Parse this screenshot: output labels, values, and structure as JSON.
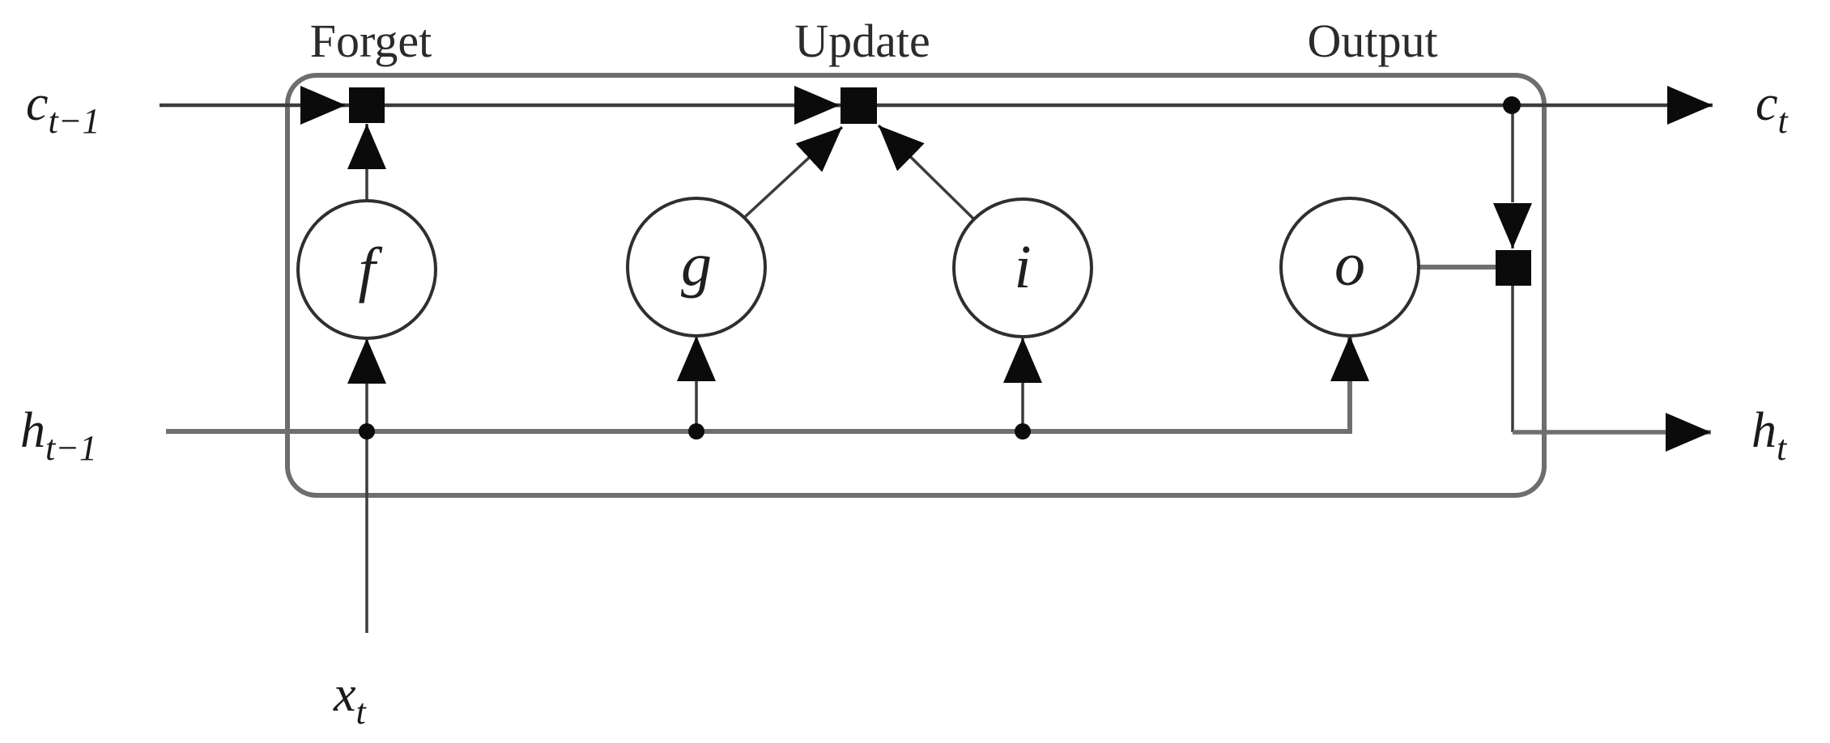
{
  "diagram": {
    "type": "lstm-cell",
    "stage_labels": {
      "forget": "Forget",
      "update": "Update",
      "output": "Output"
    },
    "ports": {
      "c_prev": {
        "base": "c",
        "sub": "t−1"
      },
      "c_next": {
        "base": "c",
        "sub": "t"
      },
      "h_prev": {
        "base": "h",
        "sub": "t−1"
      },
      "h_next": {
        "base": "h",
        "sub": "t"
      },
      "x_in": {
        "base": "x",
        "sub": "t"
      }
    },
    "gates": {
      "forget_gate": {
        "label": "f"
      },
      "cell_gate": {
        "label": "g"
      },
      "input_gate": {
        "label": "i"
      },
      "output_gate": {
        "label": "o"
      }
    },
    "nodes": {
      "forget_multiply": "black-square",
      "update_add": "black-square",
      "output_multiply": "black-square",
      "cell_branch_dot": "black-dot",
      "h_branch_dots": [
        "below-f",
        "below-g",
        "below-i"
      ]
    },
    "colors": {
      "background": "#ffffff",
      "dark_line": "#3c3c3c",
      "gray_line": "#6f6f6f",
      "box_stroke": "#6e6e6e",
      "shape_black": "#0b0b0b",
      "circle_stroke": "#2f2f2f",
      "text": "#1a1a1a"
    }
  }
}
